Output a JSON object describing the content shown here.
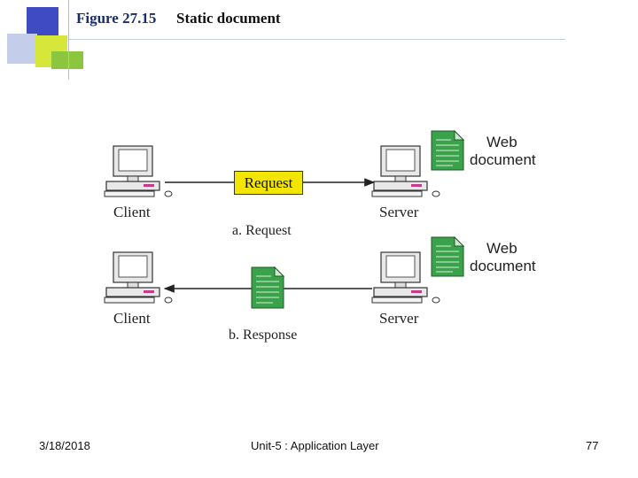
{
  "slide": {
    "figure_label": "Figure 27.15",
    "figure_title": "Static document"
  },
  "diagram": {
    "request_panel": {
      "client_label": "Client",
      "server_label": "Server",
      "message_label": "Request",
      "doc_label_line1": "Web",
      "doc_label_line2": "document",
      "caption": "a. Request"
    },
    "response_panel": {
      "client_label": "Client",
      "server_label": "Server",
      "doc_label_line1": "Web",
      "doc_label_line2": "document",
      "caption": "b. Response"
    },
    "colors": {
      "request_box": "#f2e600",
      "document": "#3aa24a",
      "arrow": "#222222"
    }
  },
  "footer": {
    "date": "3/18/2018",
    "center": "Unit-5 : Application Layer",
    "page": "77"
  }
}
